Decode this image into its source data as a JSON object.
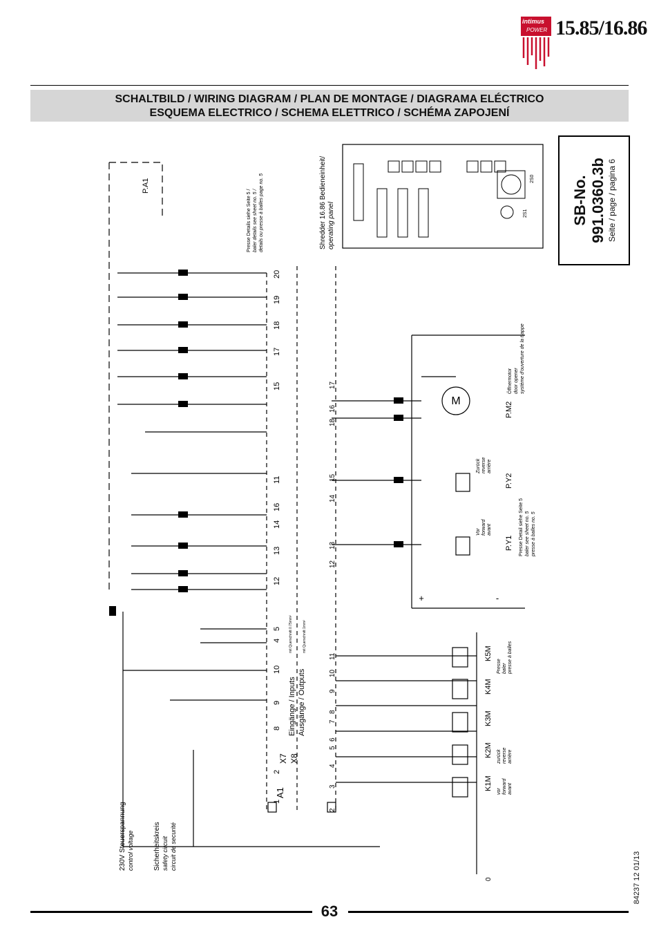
{
  "header": {
    "brand": "intimus",
    "brand_sub": "POWER",
    "model": "15.85/16.86",
    "title_line1": "SCHALTBILD / WIRING DIAGRAM / PLAN DE MONTAGE / DIAGRAMA ELÉCTRICO",
    "title_line2": "ESQUEMA ELECTRICO / SCHEMA ELETTRICO / SCHÉMA ZAPOJENÍ"
  },
  "sb_box": {
    "label": "SB-No.",
    "number": "991.0360.3b",
    "page": "Seite / page / pagina 6"
  },
  "diagram": {
    "supply_de": "230V Steuerspannung",
    "supply_en": "control voltage",
    "safety_de": "Sicherheitskreis",
    "safety_en": "safety circuit",
    "safety_fr": "circuit de securité",
    "inputs": "Eingänge / Inputs",
    "outputs": "Ausgänge / Outputs",
    "cross_section_1": "mit Querschnitt 0.75mm²",
    "cross_section_2": "mit Querschnitt 1mm²",
    "panel_de": "Shredder 16.86 Bedieneinheit/",
    "panel_en": "operating panel",
    "baler_note_de": "Presse Details siehe Seite 5 /",
    "baler_note_en": "baler details see sheet no. 5 /",
    "baler_note_fr": "details ou presse à balles page no. 5",
    "valve_note_de": "Presse Detail siehe Seite 5",
    "valve_note_en": "baler see sheet no. 5",
    "valve_note_fr": "presse à balles no. 5",
    "motor_label": "P.M2",
    "motor_de": "Öffnermotor",
    "motor_en": "door opener",
    "motor_fr": "système d'ouverture de la trappe",
    "valve1_label": "P.Y1",
    "valve1_de": "Vor",
    "valve1_en": "forward",
    "valve1_fr": "avant",
    "valve2_label": "P.Y2",
    "valve2_de": "Zurück",
    "valve2_en": "reverse",
    "valve2_fr": "arrière",
    "k1m_de": "vor",
    "k1m_en": "forward",
    "k1m_fr": "avant",
    "k2m_de": "zurück",
    "k2m_en": "reverse",
    "k2m_fr": "arrière",
    "k5m_de": "Presse",
    "k5m_en": "baler",
    "k5m_fr": "presse à balles",
    "pa1": "P.A1",
    "x7": "X7",
    "x8": "X8",
    "a1": "A1",
    "zero": "0",
    "plus": "+",
    "minus": "-",
    "s1": "2S1",
    "s0": "2S0",
    "contactors": [
      "K1M",
      "K2M",
      "K3M",
      "K4M",
      "K5M"
    ],
    "terminal_inputs": [
      "12",
      "13",
      "14",
      "16",
      "11",
      "15",
      "17",
      "18",
      "19",
      "20"
    ],
    "terminal_left": [
      "1",
      "2",
      "8",
      "9",
      "10",
      "4",
      "5"
    ],
    "terminal_outputs": [
      "2",
      "3",
      "4",
      "5",
      "6",
      "7",
      "8",
      "9",
      "10",
      "11"
    ],
    "relay_terminals": [
      "12",
      "13",
      "14",
      "15",
      "18",
      "16",
      "17"
    ]
  },
  "footer": {
    "doc_code": "84237 12 01/13",
    "page": "63"
  }
}
